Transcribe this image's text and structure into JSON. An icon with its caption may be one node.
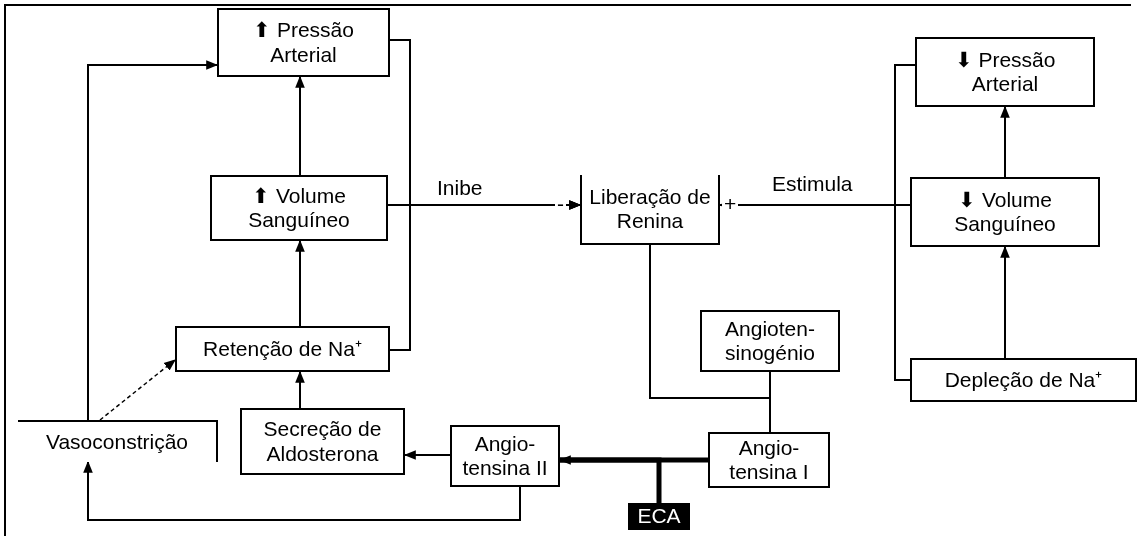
{
  "diagram": {
    "nodes": [
      {
        "text": [
          "⬆ Pressão Arterial"
        ]
      },
      {
        "text": [
          "⬆ Volume Sanguíneo"
        ]
      },
      {
        "text": [
          "Retenção de Na⁺"
        ]
      },
      {
        "text": [
          "Vasoconstrição"
        ]
      },
      {
        "text": [
          "Secreção de Aldosterona"
        ]
      },
      {
        "text": [
          "Angio- tensina II"
        ]
      },
      {
        "text": [
          "Liberação de Renina"
        ]
      },
      {
        "text": [
          "Angioten- sinogénio"
        ]
      },
      {
        "text": [
          "Angio- tensina I"
        ]
      },
      {
        "text": [
          "ECA"
        ]
      },
      {
        "text": [
          "⬇ Pressão Arterial"
        ]
      },
      {
        "text": [
          "⬇ Volume Sanguíneo"
        ]
      },
      {
        "text": [
          "Depleção de Na⁺"
        ]
      }
    ],
    "edges": [
      {
        "from": 1,
        "to": 0,
        "arrow": "to"
      },
      {
        "from": 2,
        "to": 1,
        "arrow": "to"
      },
      {
        "from": 4,
        "to": 2,
        "arrow": "to"
      },
      {
        "from": 3,
        "to": 2,
        "arrow": "to",
        "style": "dashed"
      },
      {
        "from": 3,
        "to": 0,
        "arrow": "to"
      },
      {
        "from": 5,
        "to": 4,
        "arrow": "to"
      },
      {
        "from": 5,
        "to": 3,
        "arrow": "to"
      },
      {
        "from": 0,
        "to": 6,
        "arrow": "to"
      },
      {
        "from": 1,
        "to": 6,
        "label": "Inibe",
        "arrow": "to"
      },
      {
        "from": 2,
        "to": 6,
        "arrow": "to"
      },
      {
        "from": 10,
        "to": 6,
        "arrow": "to"
      },
      {
        "from": 11,
        "to": 6,
        "label": "Estimula",
        "arrow": "to"
      },
      {
        "from": 12,
        "to": 6,
        "arrow": "to"
      },
      {
        "from": 11,
        "to": 10,
        "arrow": "to"
      },
      {
        "from": 12,
        "to": 11,
        "arrow": "to"
      },
      {
        "from": 6,
        "to": 8,
        "arrow": "none"
      },
      {
        "from": 7,
        "to": 8,
        "arrow": "none"
      },
      {
        "from": 8,
        "to": 5,
        "arrow": "to",
        "style": "thick"
      },
      {
        "from": 9,
        "to": 5,
        "arrow": "none",
        "style": "thick"
      }
    ],
    "labels": [
      "-",
      "+"
    ]
  }
}
